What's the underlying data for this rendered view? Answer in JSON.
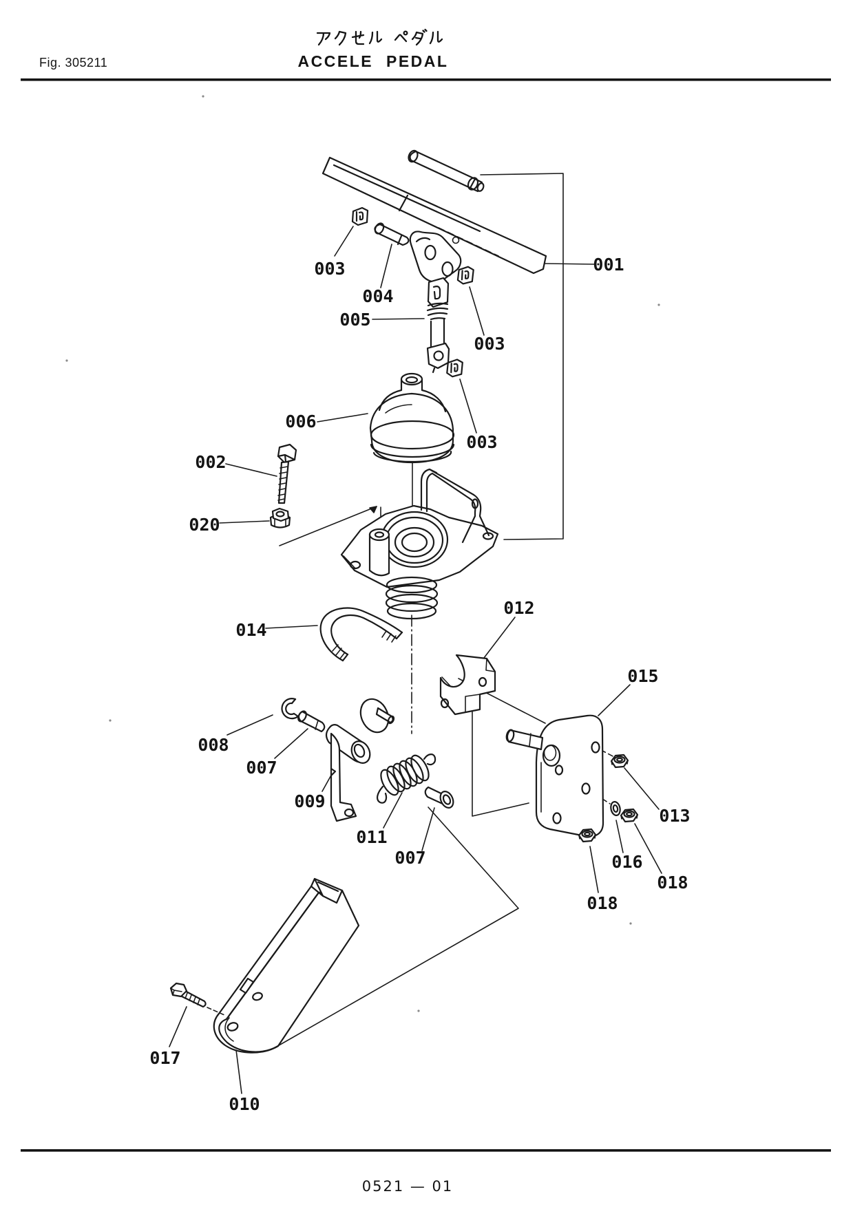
{
  "colors": {
    "ink": "#1a1a1a",
    "paper": "#ffffff"
  },
  "header": {
    "fig_label": "Fig. 305211",
    "title_ja": "アクセル ペダル",
    "title_en": "ACCELE PEDAL"
  },
  "footer": {
    "page_code": "0521 — 01"
  },
  "diagram": {
    "description": "Exploded parts view of accelerator pedal assembly",
    "callouts": [
      {
        "label": "001"
      },
      {
        "label": "002"
      },
      {
        "label": "003"
      },
      {
        "label": "003"
      },
      {
        "label": "003"
      },
      {
        "label": "004"
      },
      {
        "label": "005"
      },
      {
        "label": "006"
      },
      {
        "label": "007"
      },
      {
        "label": "007"
      },
      {
        "label": "008"
      },
      {
        "label": "009"
      },
      {
        "label": "010"
      },
      {
        "label": "011"
      },
      {
        "label": "012"
      },
      {
        "label": "013"
      },
      {
        "label": "014"
      },
      {
        "label": "015"
      },
      {
        "label": "016"
      },
      {
        "label": "017"
      },
      {
        "label": "018"
      },
      {
        "label": "018"
      },
      {
        "label": "020"
      }
    ]
  }
}
